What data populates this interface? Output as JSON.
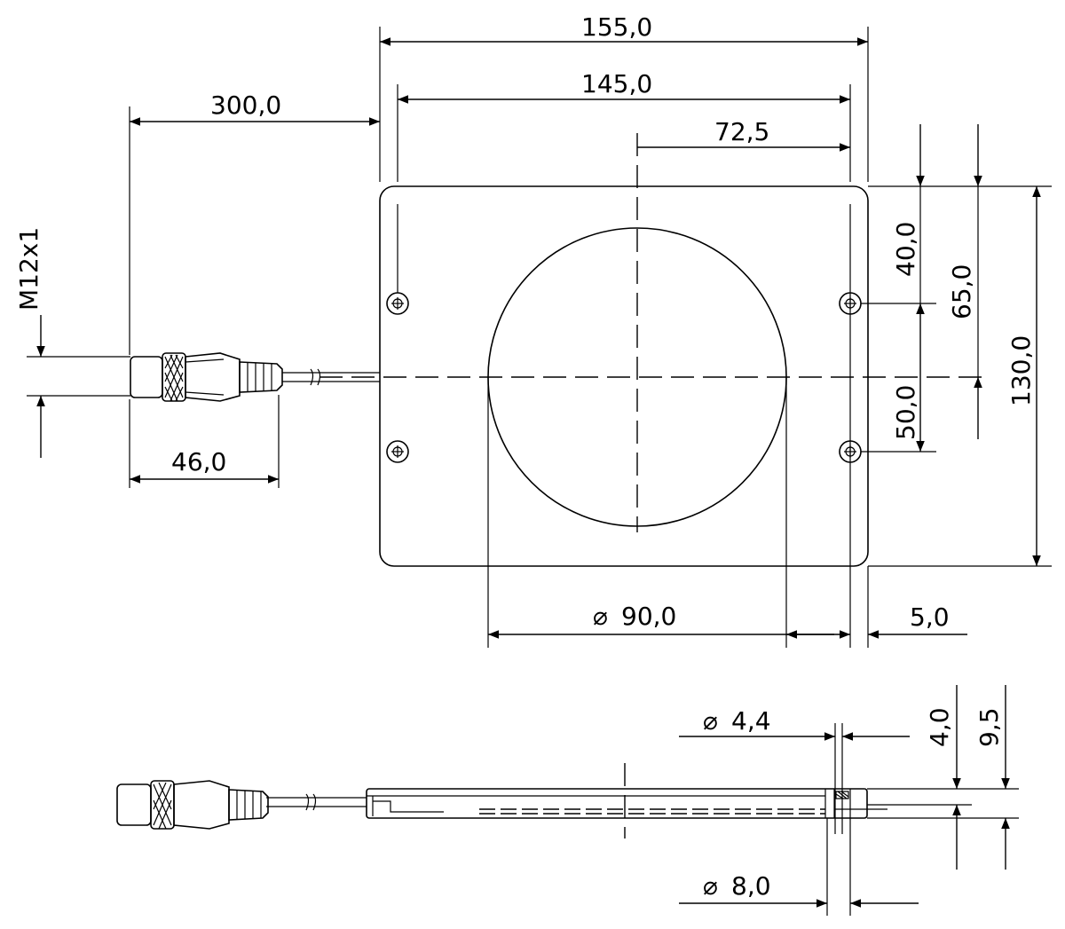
{
  "top_view": {
    "dimensions": {
      "overall_width": "155,0",
      "hole_spacing_width": "145,0",
      "half_hole_spacing": "72,5",
      "cable_length": "300,0",
      "connector_thread": "M12x1",
      "connector_length": "46,0",
      "upper_hole_offset": "40,0",
      "center_offset": "65,0",
      "lower_hole_offset": "50,0",
      "overall_height": "130,0",
      "aperture_diameter": "90,0",
      "edge_margin": "5,0"
    }
  },
  "side_view": {
    "dimensions": {
      "hole_diameter_small": "4,4",
      "hole_diameter_large": "8,0",
      "plate_thickness": "4,0",
      "total_thickness": "9,5"
    }
  },
  "symbols": {
    "diameter": "⌀"
  }
}
